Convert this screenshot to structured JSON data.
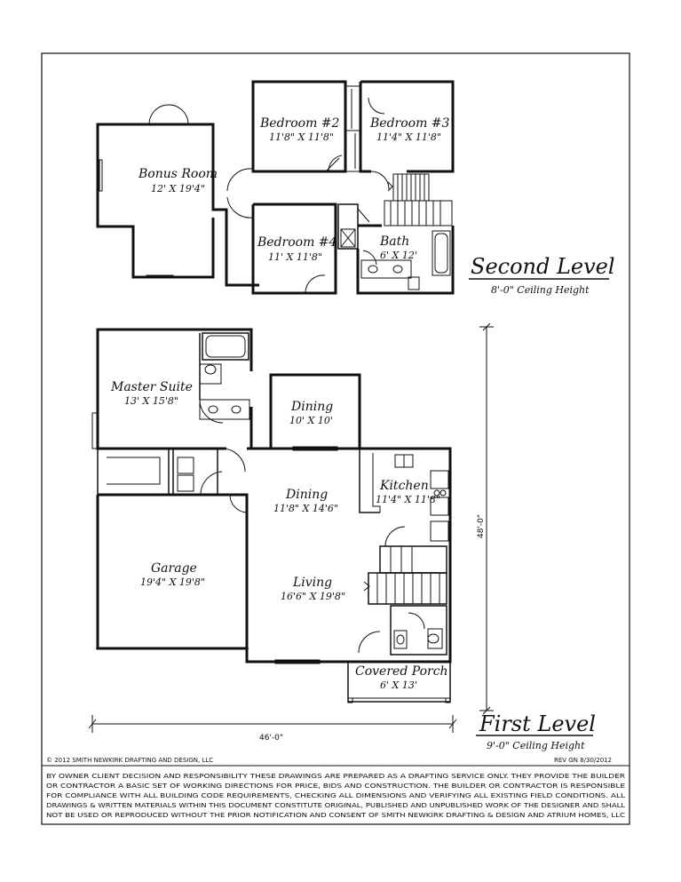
{
  "second_level": {
    "title": "Second Level",
    "ceiling": "8'-0\" Ceiling Height",
    "rooms": [
      {
        "name": "Bedroom #2",
        "dims": "11'8\" X 11'8\""
      },
      {
        "name": "Bedroom #3",
        "dims": "11'4\" X 11'8\""
      },
      {
        "name": "Bonus Room",
        "dims": "12' X 19'4\""
      },
      {
        "name": "Bedroom #4",
        "dims": "11' X 11'8\""
      },
      {
        "name": "Bath",
        "dims": "6' X 12'"
      }
    ]
  },
  "first_level": {
    "title": "First Level",
    "ceiling": "9'-0\" Ceiling Height",
    "rooms": [
      {
        "name": "Master Suite",
        "dims": "13' X 15'8\""
      },
      {
        "name": "Dining",
        "dims": "10' X 10'"
      },
      {
        "name": "Dining",
        "dims": "11'8\" X 14'6\""
      },
      {
        "name": "Kitchen",
        "dims": "11'4\" X 11'8\""
      },
      {
        "name": "Garage",
        "dims": "19'4\" X 19'8\""
      },
      {
        "name": "Living",
        "dims": "16'6\" X 19'8\""
      },
      {
        "name": "Covered Porch",
        "dims": "6' X 13'"
      }
    ],
    "dim_width": "46'-0\"",
    "dim_depth": "48'-0\""
  },
  "footer": {
    "copyright": "© 2012 SMITH NEWKIRK DRAFTING AND DESIGN, LLC",
    "revision": "REV GN 8/30/2012",
    "disclaimer": [
      "BY OWNER CLIENT DECISION AND RESPONSIBILITY THESE DRAWINGS ARE PREPARED AS A DRAFTING SERVICE ONLY. THEY PROVIDE THE BUILDER",
      "OR CONTRACTOR A BASIC SET OF WORKING DIRECTIONS FOR PRICE, BIDS AND CONSTRUCTION. THE BUILDER OR CONTRACTOR IS RESPONSIBLE",
      "FOR COMPLIANCE WITH ALL BUILDING CODE REQUIREMENTS, CHECKING ALL DIMENSIONS AND VERIFYING ALL EXISTING FIELD CONDITIONS. ALL",
      "DRAWINGS & WRITTEN MATERIALS WITHIN THIS DOCUMENT CONSTITUTE ORIGINAL, PUBLISHED AND UNPUBLISHED WORK OF THE DESIGNER AND SHALL",
      "NOT BE USED OR REPRODUCED WITHOUT THE PRIOR NOTIFICATION AND CONSENT OF SMITH NEWKIRK DRAFTING & DESIGN AND ATRIUM HOMES, LLC"
    ]
  }
}
